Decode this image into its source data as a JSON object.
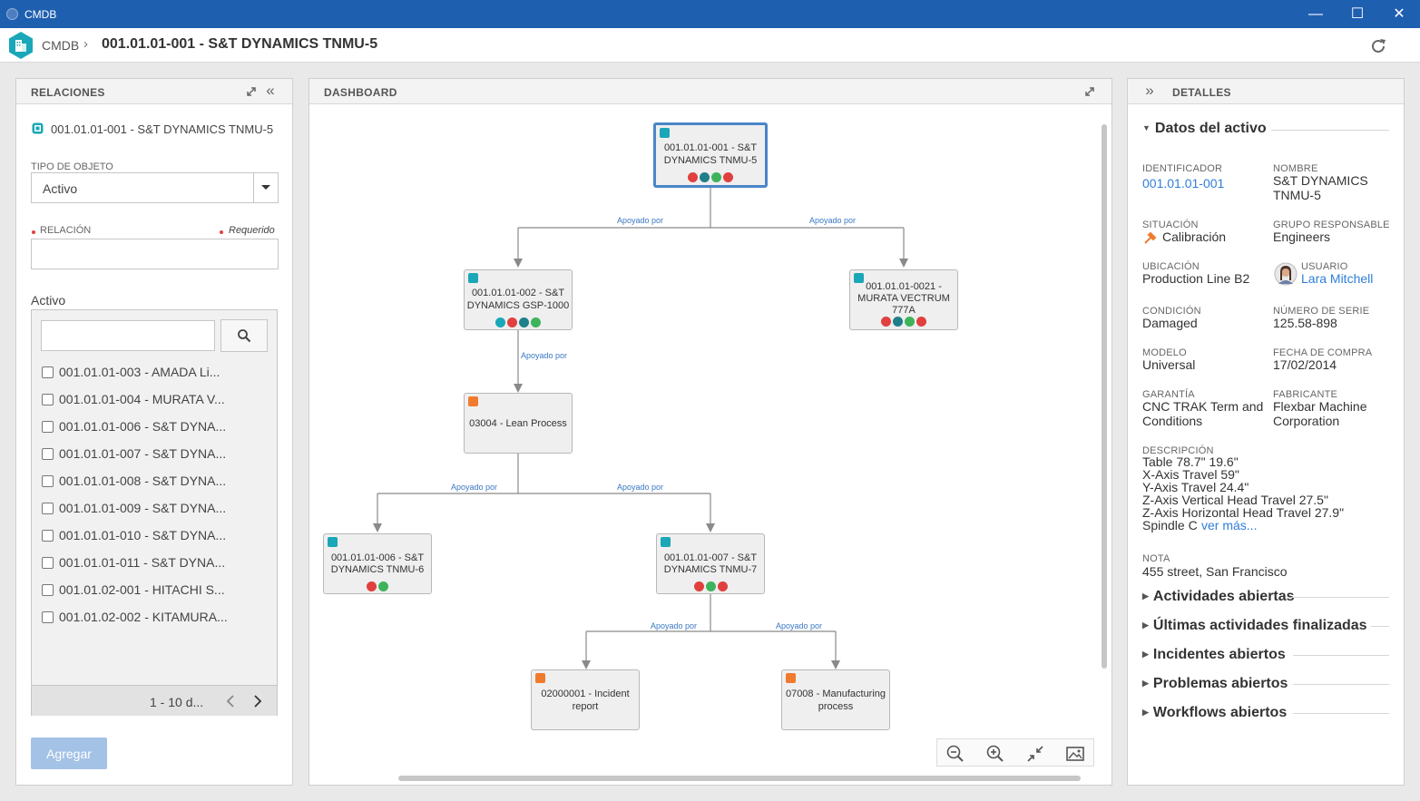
{
  "window": {
    "title": "CMDB",
    "minimize": "—",
    "maximize": "☐",
    "close": "✕"
  },
  "header": {
    "app": "CMDB",
    "separator": "›",
    "title": "001.01.01-001 - S&T DYNAMICS TNMU-5"
  },
  "relations": {
    "title": "RELACIONES",
    "object": "001.01.01-001 - S&T DYNAMICS TNMU-5",
    "tipo_label": "TIPO DE OBJETO",
    "tipo_value": "Activo",
    "relacion_label": "RELACIÓN",
    "requerido": "Requerido",
    "activo_label": "Activo",
    "items": [
      "001.01.01-003 - AMADA Li...",
      "001.01.01-004 - MURATA V...",
      "001.01.01-006 - S&T DYNA...",
      "001.01.01-007 - S&T DYNA...",
      "001.01.01-008 - S&T DYNA...",
      "001.01.01-009 - S&T DYNA...",
      "001.01.01-010 - S&T DYNA...",
      "001.01.01-011 - S&T DYNA...",
      "001.01.02-001 - HITACHI S...",
      "001.01.02-002 - KITAMURA..."
    ],
    "pager": "1 - 10 d...",
    "add_button": "Agregar"
  },
  "dashboard": {
    "title": "DASHBOARD",
    "nodes": [
      {
        "line1": "001.01.01-001 - S&T",
        "line2": "DYNAMICS TNMU-5",
        "line3": ""
      },
      {
        "line1": "001.01.01-002 - S&T",
        "line2": "DYNAMICS GSP-1000",
        "line3": ""
      },
      {
        "line1": "001.01.01-0021 -",
        "line2": "MURATA VECTRUM",
        "line3": "777A"
      },
      {
        "line1": "03004 - Lean Process",
        "line2": "",
        "line3": ""
      },
      {
        "line1": "001.01.01-006 - S&T",
        "line2": "DYNAMICS TNMU-6",
        "line3": ""
      },
      {
        "line1": "001.01.01-007 - S&T",
        "line2": "DYNAMICS TNMU-7",
        "line3": ""
      },
      {
        "line1": "02000001 - Incident",
        "line2": "report",
        "line3": ""
      },
      {
        "line1": "07008 - Manufacturing",
        "line2": "process",
        "line3": ""
      }
    ],
    "connector_label": "Apoyado por"
  },
  "details": {
    "title": "DETALLES",
    "section_main": "Datos del activo",
    "fields": {
      "identificador_label": "IDENTIFICADOR",
      "identificador": "001.01.01-001",
      "nombre_label": "NOMBRE",
      "nombre1": "S&T DYNAMICS",
      "nombre2": "TNMU-5",
      "situacion_label": "SITUACIÓN",
      "situacion": "Calibración",
      "grupo_label": "GRUPO RESPONSABLE",
      "grupo": "Engineers",
      "ubicacion_label": "UBICACIÓN",
      "ubicacion": "Production Line B2",
      "usuario_label": "USUARIO",
      "usuario": "Lara Mitchell",
      "condicion_label": "CONDICIÓN",
      "condicion": "Damaged",
      "serie_label": "NÚMERO DE SERIE",
      "serie": "125.58-898",
      "modelo_label": "MODELO",
      "modelo": "Universal",
      "fecha_label": "FECHA DE COMPRA",
      "fecha": "17/02/2014",
      "garantia_label": "GARANTÍA",
      "garantia1": "CNC TRAK Term and",
      "garantia2": "Conditions",
      "fabricante_label": "FABRICANTE",
      "fabricante1": "Flexbar Machine",
      "fabricante2": "Corporation",
      "descripcion_label": "DESCRIPCIÓN",
      "descripcion": [
        "Table 78.7\" 19.6\"",
        "X-Axis Travel 59\"",
        "Y-Axis Travel 24.4\"",
        "Z-Axis Vertical Head Travel 27.5\"",
        "Z-Axis Horizontal Head Travel 27.9\""
      ],
      "descripcion_last": "Spindle C",
      "ver_mas": "ver más...",
      "nota_label": "NOTA",
      "nota": "455 street, San Francisco"
    },
    "sections": [
      "Actividades abiertas",
      "Últimas actividades finalizadas",
      "Incidentes abiertos",
      "Problemas abiertos",
      "Workflows abiertos"
    ]
  },
  "colors": {
    "titlebar": "#1f5fb0",
    "accent": "#2f7ed8",
    "teal": "#1aa7b8",
    "orange": "#f07b2e",
    "red": "#e0403e",
    "green": "#3eb35c"
  }
}
